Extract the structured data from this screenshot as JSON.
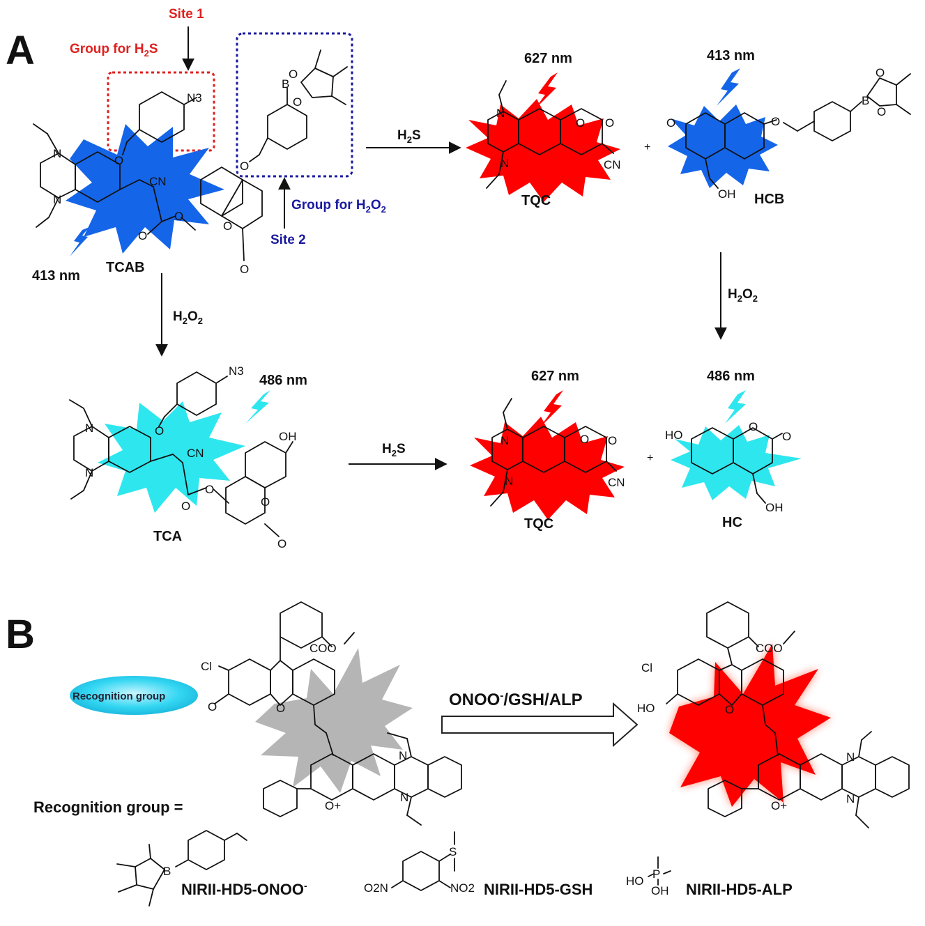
{
  "panel_a": {
    "letter": "A",
    "site1": "Site 1",
    "site2": "Site 2",
    "group_h2s_pre": "Group for H",
    "group_h2s_sub": "2",
    "group_h2s_post": "S",
    "group_h2o2_pre": "Group for H",
    "group_h2o2_sub1": "2",
    "group_h2o2_mid": "O",
    "group_h2o2_sub2": "2",
    "compounds": {
      "tcab": "TCAB",
      "tqc": "TQC",
      "hcb": "HCB",
      "tca": "TCA",
      "hc": "HC"
    },
    "wavelengths": {
      "w413": "413 nm",
      "w627": "627 nm",
      "w486": "486 nm"
    },
    "reagents": {
      "h2s_a": "H",
      "h2s_sub": "2",
      "h2s_b": "S",
      "h2o2_a": "H",
      "h2o2_sub1": "2",
      "h2o2_b": "O",
      "h2o2_sub2": "2"
    },
    "plus": "+"
  },
  "panel_b": {
    "letter": "B",
    "recognition_group": "Recognition group",
    "recognition_eq": "Recognition group =",
    "arrow_label_a": "ONOO",
    "arrow_label_sup": "-",
    "arrow_label_b": "/GSH/ALP",
    "probes": {
      "onoo_a": "NIRII-HD5-ONOO",
      "onoo_sup": "-",
      "gsh": "NIRII-HD5-GSH",
      "alp": "NIRII-HD5-ALP"
    }
  },
  "atoms": {
    "n3": "N3",
    "n": "N",
    "o": "O",
    "b": "B",
    "cn": "CN",
    "oh": "OH",
    "ho": "HO",
    "cl": "Cl",
    "coo": "COO",
    "o_plus": "O+",
    "s": "S",
    "p": "P",
    "o2n": "O2N",
    "no2": "NO2"
  },
  "colors": {
    "red_label": "#e02020",
    "blue_label": "#1a1aa0",
    "burst_blue": "#1565e8",
    "burst_red": "#ff0000",
    "burst_cyan": "#2ee6ee",
    "burst_gray": "#b5b5b5",
    "ellipse_cyan": "#22d3f0"
  }
}
